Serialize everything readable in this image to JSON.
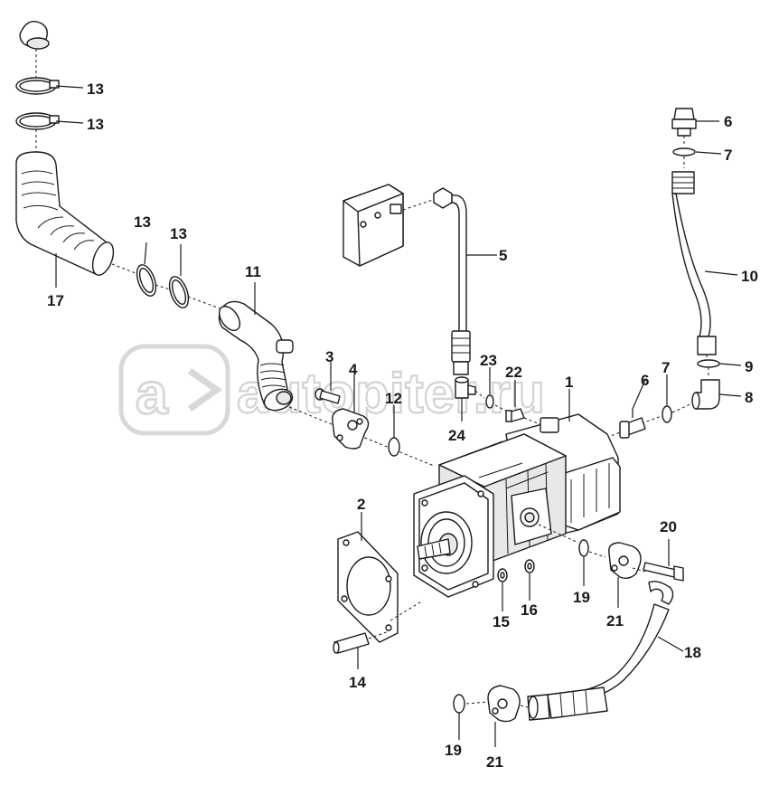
{
  "watermark": {
    "text": "autopiter.ru"
  },
  "callouts": {
    "c1": "1",
    "c2": "2",
    "c3": "3",
    "c4": "4",
    "c5": "5",
    "c6a": "6",
    "c6b": "6",
    "c7a": "7",
    "c7b": "7",
    "c8": "8",
    "c9": "9",
    "c10": "10",
    "c11": "11",
    "c12": "12",
    "c13a": "13",
    "c13b": "13",
    "c13c": "13",
    "c13d": "13",
    "c14": "14",
    "c15": "15",
    "c16": "16",
    "c17": "17",
    "c18": "18",
    "c19a": "19",
    "c19b": "19",
    "c20": "20",
    "c21a": "21",
    "c21b": "21",
    "c22": "22",
    "c23": "23",
    "c24": "24"
  }
}
